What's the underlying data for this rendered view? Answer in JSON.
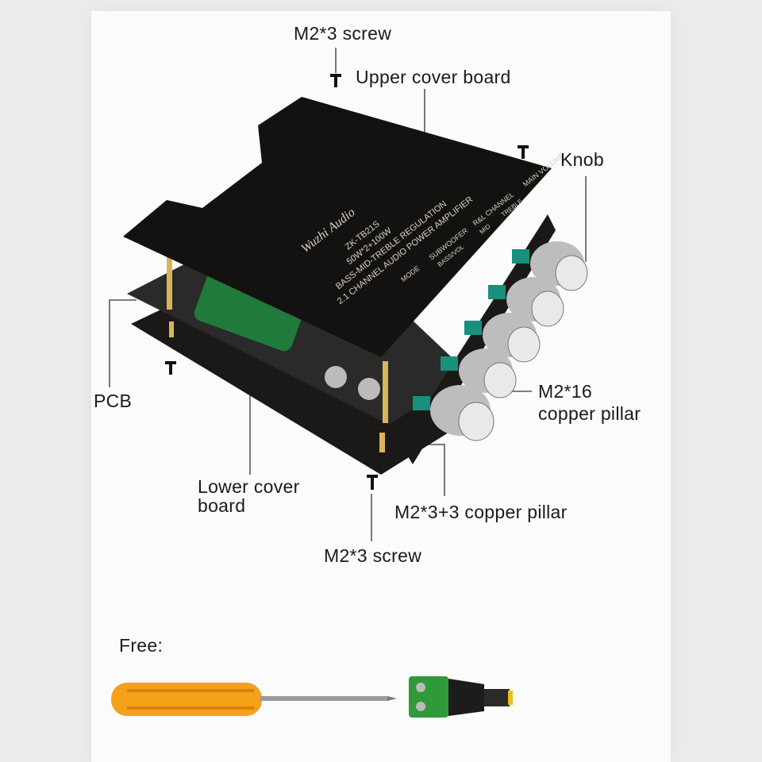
{
  "labels": {
    "top_screw": "M2*3 screw",
    "upper_cover": "Upper cover board",
    "knob": "Knob",
    "pcb": "PCB",
    "copper_pillar_16_line1": "M2*16",
    "copper_pillar_16_line2": "copper pillar",
    "lower_cover_line1": "Lower cover",
    "lower_cover_line2": "board",
    "copper_pillar_3_3": "M2*3+3 copper pillar",
    "bottom_screw": "M2*3 screw",
    "free": "Free:"
  },
  "board_print": {
    "brand": "Wuzhi Audio",
    "model": "ZK-TB21S",
    "power": "50W*2+100W",
    "line3": "BASS-MID-TREBLE REGULATION",
    "line4": "2.1 CHANNEL AUDIO POWER AMPLIFIER",
    "main_volume": "MAIN VOLUME",
    "rl_channel": "R&L CHANNEL",
    "treble": "TREBLE",
    "mid": "MID",
    "subwoofer": "SUBWOOFER",
    "bass_vol": "BASS/VOL",
    "mode": "MODE"
  },
  "colors": {
    "board": "#141211",
    "print": "#d8d2c4",
    "knob": "#c9c9c9",
    "green": "#17907e",
    "handle": "#f4a018",
    "line": "#333333"
  }
}
